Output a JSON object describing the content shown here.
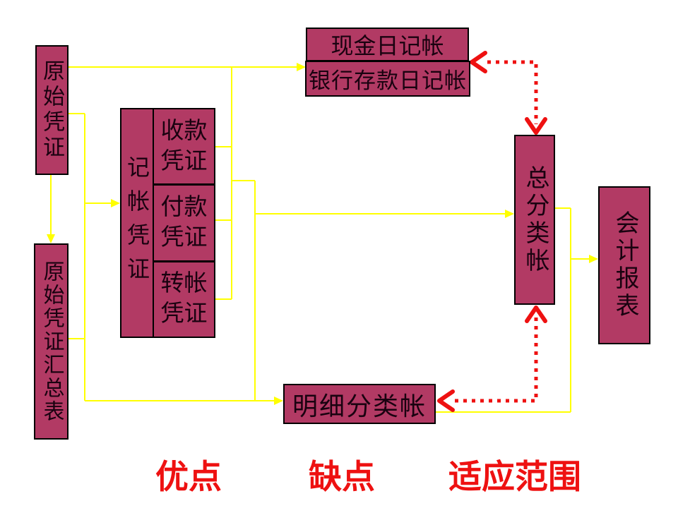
{
  "slide": {
    "background": "#FFFFFF",
    "colors": {
      "box_fill": "#B23A64",
      "box_border": "#000000",
      "flow_line": "#FFFF00",
      "reconcile_arrow": "#EE1111",
      "footer_text": "#EE1111",
      "box_text": "#1a0210"
    }
  },
  "boxes": {
    "original_voucher": {
      "label": "原始凭证"
    },
    "original_voucher_summary": {
      "label": "原始凭证汇总表"
    },
    "bookkeeping_voucher": {
      "label": "记帐凭证"
    },
    "receipt_voucher": {
      "label": "收款凭证"
    },
    "payment_voucher": {
      "label": "付款凭证"
    },
    "transfer_voucher": {
      "label": "转帐凭证"
    },
    "cash_journal": {
      "label": "现金日记帐"
    },
    "bank_deposit_journal": {
      "label": "银行存款日记帐"
    },
    "general_ledger": {
      "label": "总分类帐"
    },
    "subsidiary_ledger": {
      "label": "明细分类帐"
    },
    "accounting_statements": {
      "label": "会计报表"
    }
  },
  "footer_labels": {
    "advantages": "优点",
    "disadvantages": "缺点",
    "scope": "适应范围"
  },
  "flows": {
    "solid_yellow": [
      "原始凭证 → 现金日记帐/银行存款日记帐",
      "原始凭证 → 原始凭证汇总表",
      "原始凭证 → 记帐凭证",
      "原始凭证汇总表 → 记帐凭证",
      "收款凭证/付款凭证/转帐凭证 → 现金日记帐/银行存款日记帐",
      "记帐凭证 → 总分类帐",
      "原始凭证/汇总表 → 明细分类帐",
      "总分类帐 → 会计报表",
      "明细分类帐 → 会计报表"
    ],
    "dotted_red": [
      "总分类帐 ↔ 现金日记帐/银行存款日记帐",
      "总分类帐 ↔ 明细分类帐"
    ]
  }
}
